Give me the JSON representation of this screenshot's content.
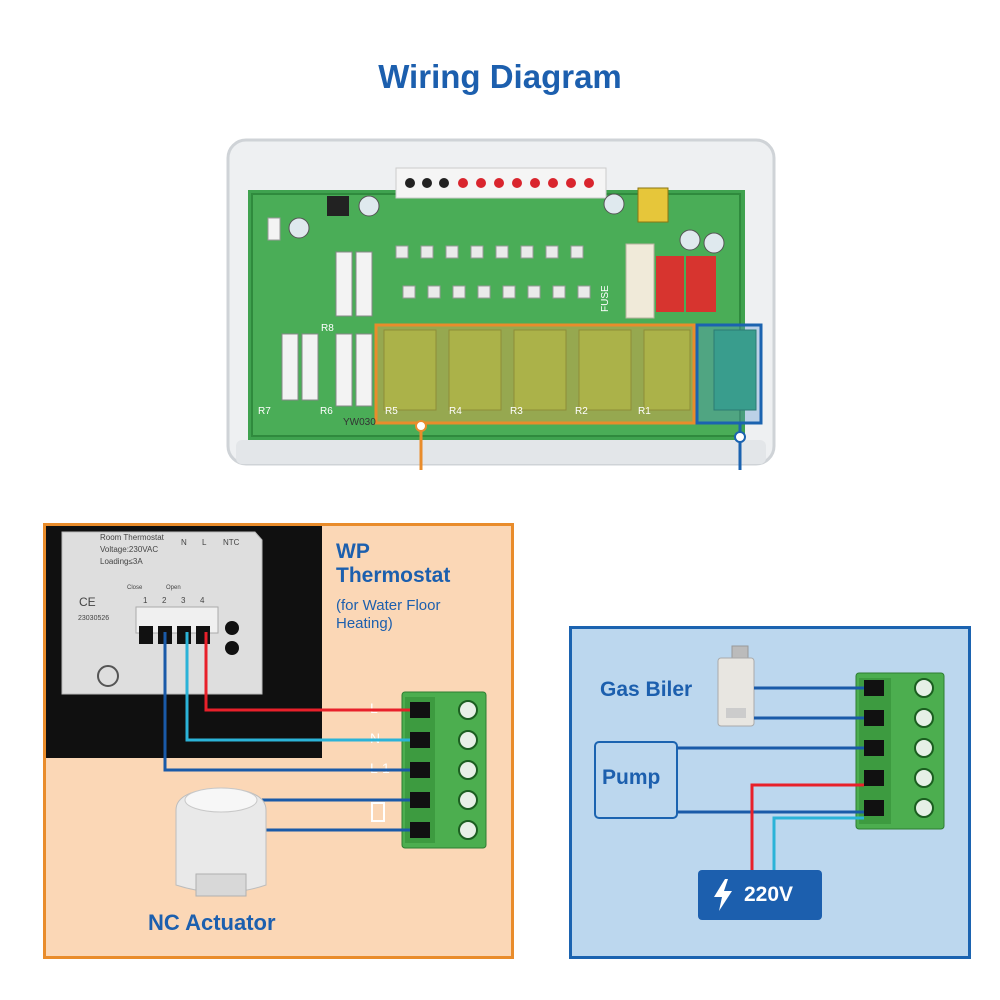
{
  "title": "Wiring Diagram",
  "board": {
    "relay_labels": [
      "R5",
      "R4",
      "R3",
      "R2",
      "R1"
    ],
    "left_labels": [
      "R8",
      "R7",
      "R6"
    ],
    "fuse_label": "FUSE",
    "model_text": "YW030"
  },
  "thermostat_panel": {
    "title_line1": "WP",
    "title_line2": "Thermostat",
    "subtitle_line1": "(for Water Floor",
    "subtitle_line2": "Heating)",
    "device_text": {
      "line1": "Room Thermostat",
      "line2": "Voltage:230VAC",
      "line3": "Loading≤3A",
      "code": "23030526",
      "ce": "CE",
      "n": "N",
      "l": "L",
      "ntc": "NTC",
      "terminals": [
        "1",
        "2",
        "3",
        "4"
      ],
      "close": "Close",
      "open": "Open"
    },
    "terminal_marks": [
      "L",
      "N",
      "L",
      "1",
      ""
    ],
    "actuator_label": "NC Actuator"
  },
  "boiler_panel": {
    "gas_label": "Gas Biler",
    "pump_label": "Pump",
    "power_label": "220V"
  },
  "colors": {
    "title": "#1c5fae",
    "orange_border": "#e98c2b",
    "orange_fill": "#fbd7b6",
    "blue_border": "#1b63b0",
    "blue_fill": "#bcd7ee",
    "wire_red": "#e8202a",
    "wire_cyan": "#2bb3d8",
    "wire_blue": "#1a5aa8",
    "terminal_green": "#4caf50"
  }
}
